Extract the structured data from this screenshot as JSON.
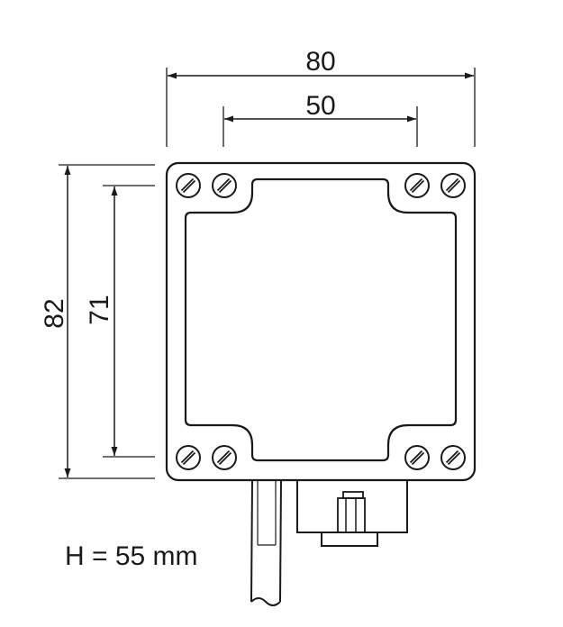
{
  "dimensions": {
    "outer_width": "80",
    "screw_spacing_horizontal": "50",
    "outer_height": "82",
    "screw_spacing_vertical": "71"
  },
  "note": "H = 55 mm",
  "colors": {
    "stroke": "#1a1a1a",
    "background": "#ffffff"
  },
  "screw_icon": "slotted-screw-head-icon"
}
